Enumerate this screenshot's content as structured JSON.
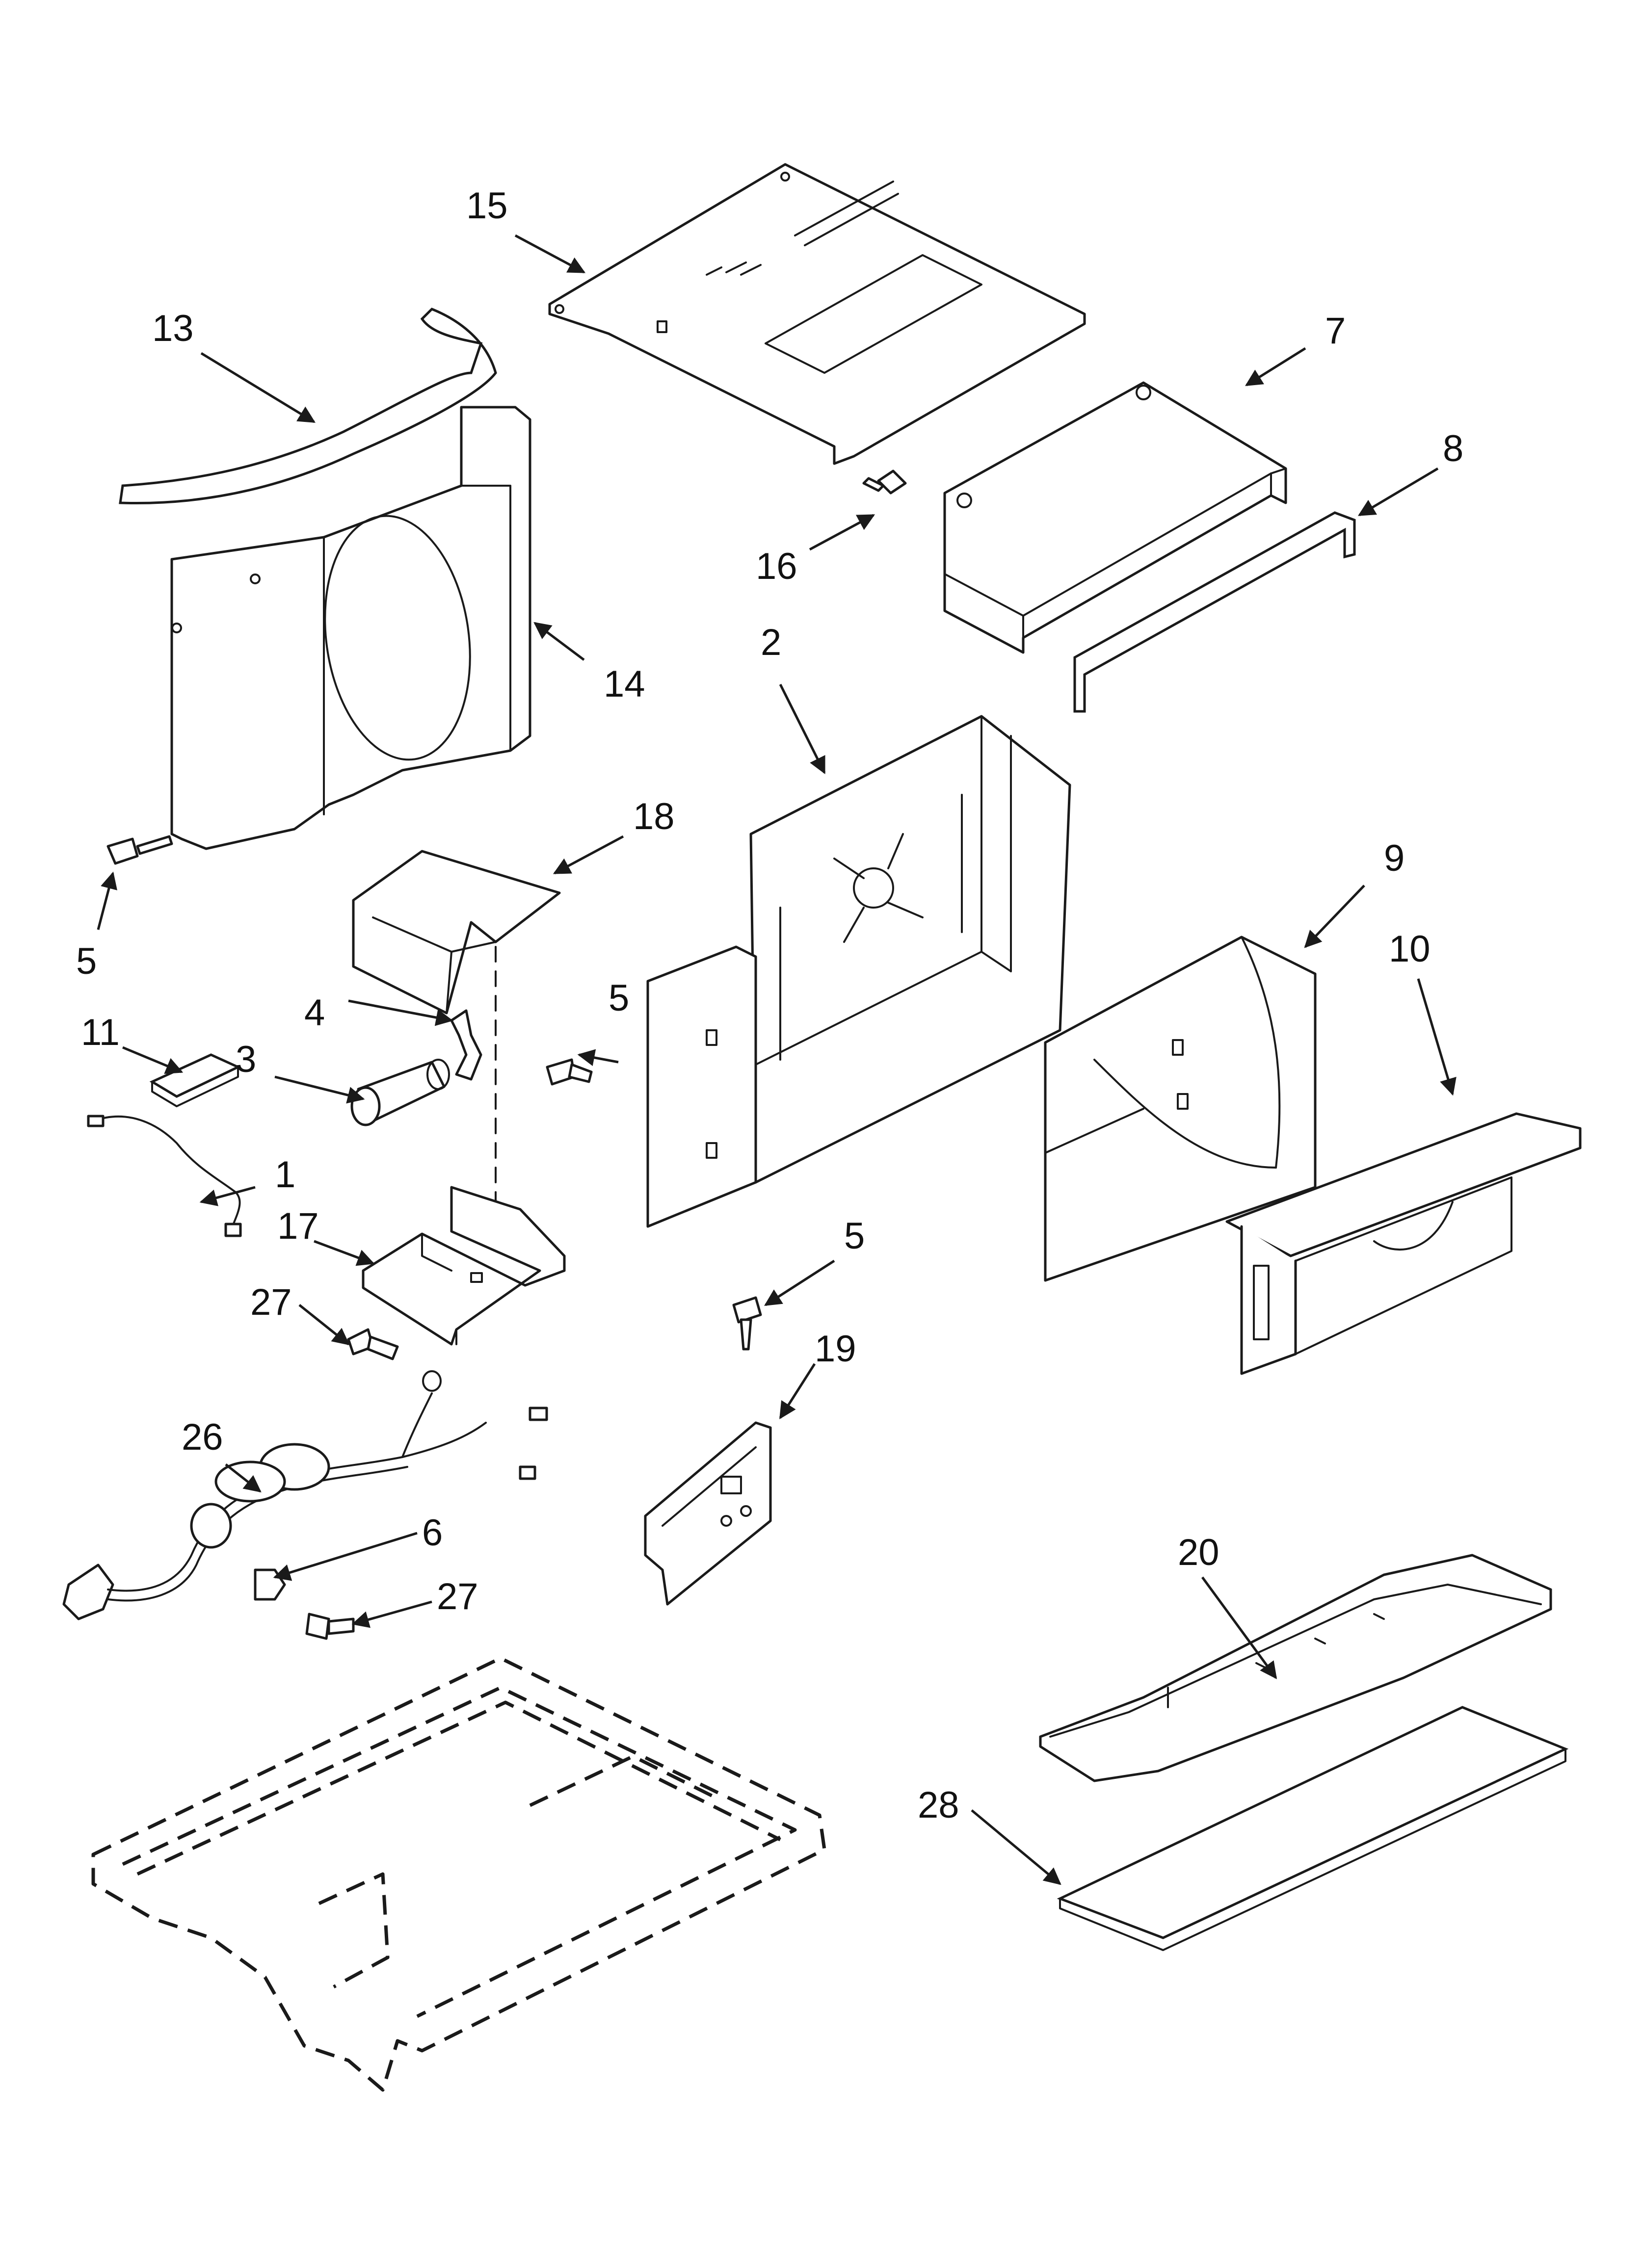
{
  "diagram": {
    "callouts": [
      {
        "id": "c15",
        "label": "15"
      },
      {
        "id": "c13",
        "label": "13"
      },
      {
        "id": "c7",
        "label": "7"
      },
      {
        "id": "c8",
        "label": "8"
      },
      {
        "id": "c16",
        "label": "16"
      },
      {
        "id": "c14",
        "label": "14"
      },
      {
        "id": "c2",
        "label": "2"
      },
      {
        "id": "c18",
        "label": "18"
      },
      {
        "id": "c5a",
        "label": "5"
      },
      {
        "id": "c9",
        "label": "9"
      },
      {
        "id": "c10",
        "label": "10"
      },
      {
        "id": "c4",
        "label": "4"
      },
      {
        "id": "c5b",
        "label": "5"
      },
      {
        "id": "c11",
        "label": "11"
      },
      {
        "id": "c3",
        "label": "3"
      },
      {
        "id": "c1",
        "label": "1"
      },
      {
        "id": "c17",
        "label": "17"
      },
      {
        "id": "c5c",
        "label": "5"
      },
      {
        "id": "c27a",
        "label": "27"
      },
      {
        "id": "c19",
        "label": "19"
      },
      {
        "id": "c26",
        "label": "26"
      },
      {
        "id": "c6",
        "label": "6"
      },
      {
        "id": "c27b",
        "label": "27"
      },
      {
        "id": "c20",
        "label": "20"
      },
      {
        "id": "c28",
        "label": "28"
      }
    ]
  }
}
